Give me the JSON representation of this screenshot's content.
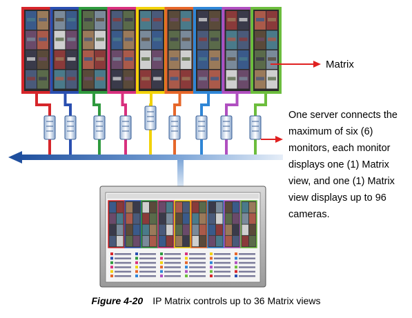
{
  "matrix_label": "Matrix",
  "description": "One server connects the maximum of six (6) monitors, each monitor displays one (1) Matrix view, and one (1) Matrix view displays up to 96 cameras.",
  "caption": {
    "figure": "Figure 4-20",
    "text": "IP Matrix controls up to 36 Matrix views"
  },
  "monitor_colors": [
    "#d6262b",
    "#2a4fb0",
    "#2f9a3e",
    "#d8307e",
    "#f2d20a",
    "#e6672a",
    "#2f86d6",
    "#b04fc0",
    "#6cbd3d"
  ],
  "network_color": "#2a5fb0",
  "arrow_color": "#e02020"
}
